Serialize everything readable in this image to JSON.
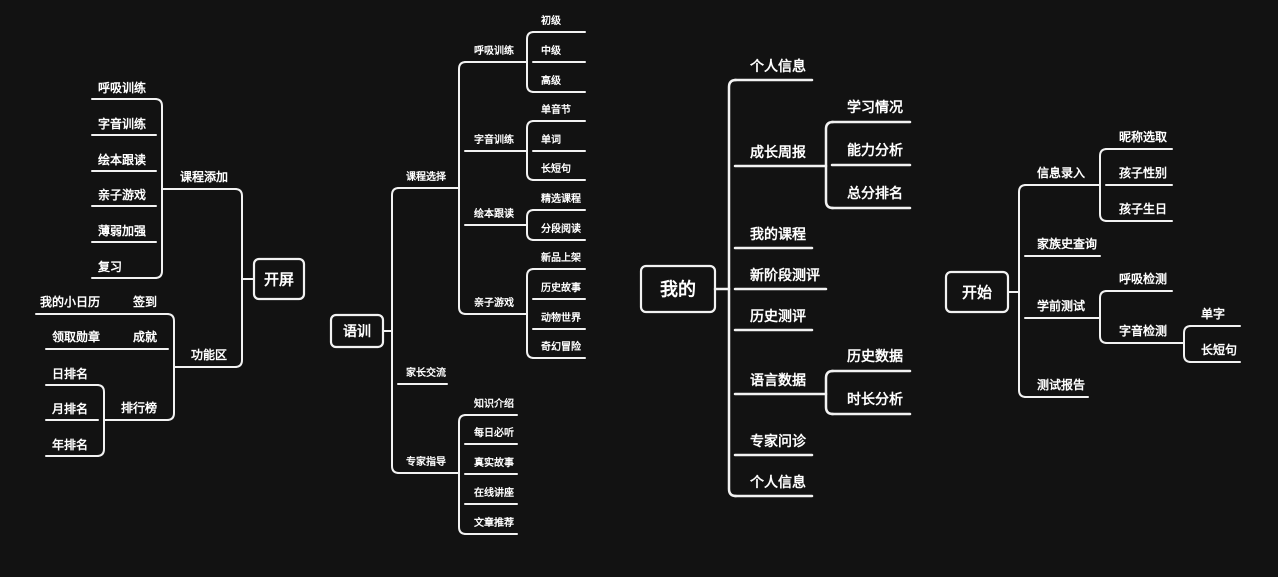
{
  "colors": {
    "background": "#121212",
    "line": "#f2f2f2",
    "text": "#ffffff"
  },
  "maps": [
    {
      "root": "开屏",
      "children": [
        {
          "label": "课程添加",
          "children": [
            {
              "label": "呼吸训练"
            },
            {
              "label": "字音训练"
            },
            {
              "label": "绘本跟读"
            },
            {
              "label": "亲子游戏"
            },
            {
              "label": "薄弱加强"
            },
            {
              "label": "复习"
            }
          ]
        },
        {
          "label": "功能区",
          "children": [
            {
              "label": "签到",
              "children": [
                {
                  "label": "我的小日历"
                }
              ]
            },
            {
              "label": "成就",
              "children": [
                {
                  "label": "领取勋章"
                }
              ]
            },
            {
              "label": "排行榜",
              "children": [
                {
                  "label": "日排名"
                },
                {
                  "label": "月排名"
                },
                {
                  "label": "年排名"
                }
              ]
            }
          ]
        }
      ]
    },
    {
      "root": "语训",
      "children": [
        {
          "label": "课程选择",
          "children": [
            {
              "label": "呼吸训练",
              "children": [
                {
                  "label": "初级"
                },
                {
                  "label": "中级"
                },
                {
                  "label": "高级"
                }
              ]
            },
            {
              "label": "字音训练",
              "children": [
                {
                  "label": "单音节"
                },
                {
                  "label": "单词"
                },
                {
                  "label": "长短句"
                }
              ]
            },
            {
              "label": "绘本跟读",
              "children": [
                {
                  "label": "精选课程"
                },
                {
                  "label": "分段阅读"
                }
              ]
            },
            {
              "label": "亲子游戏",
              "children": [
                {
                  "label": "新品上架"
                },
                {
                  "label": "历史故事"
                },
                {
                  "label": "动物世界"
                },
                {
                  "label": "奇幻冒险"
                }
              ]
            }
          ]
        },
        {
          "label": "家长交流"
        },
        {
          "label": "专家指导",
          "children": [
            {
              "label": "知识介绍"
            },
            {
              "label": "每日必听"
            },
            {
              "label": "真实故事"
            },
            {
              "label": "在线讲座"
            },
            {
              "label": "文章推荐"
            }
          ]
        }
      ]
    },
    {
      "root": "我的",
      "children": [
        {
          "label": "个人信息"
        },
        {
          "label": "成长周报",
          "children": [
            {
              "label": "学习情况"
            },
            {
              "label": "能力分析"
            },
            {
              "label": "总分排名"
            }
          ]
        },
        {
          "label": "我的课程"
        },
        {
          "label": "新阶段测评"
        },
        {
          "label": "历史测评"
        },
        {
          "label": "语言数据",
          "children": [
            {
              "label": "历史数据"
            },
            {
              "label": "时长分析"
            }
          ]
        },
        {
          "label": "专家问诊"
        },
        {
          "label": "个人信息"
        }
      ]
    },
    {
      "root": "开始",
      "children": [
        {
          "label": "信息录入",
          "children": [
            {
              "label": "昵称选取"
            },
            {
              "label": "孩子性别"
            },
            {
              "label": "孩子生日"
            }
          ]
        },
        {
          "label": "家族史查询"
        },
        {
          "label": "学前测试",
          "children": [
            {
              "label": "呼吸检测"
            },
            {
              "label": "字音检测",
              "children": [
                {
                  "label": "单字"
                },
                {
                  "label": "长短句"
                }
              ]
            }
          ]
        },
        {
          "label": "测试报告"
        }
      ]
    }
  ]
}
